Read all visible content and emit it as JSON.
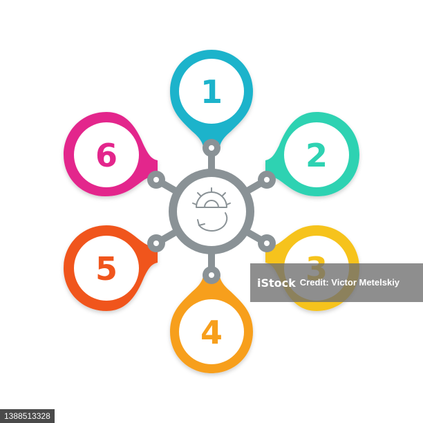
{
  "diagram": {
    "center_icon": "gear-refresh-icon",
    "steps": [
      {
        "label": "1",
        "color": "#1cb3cb"
      },
      {
        "label": "2",
        "color": "#2fd2b2"
      },
      {
        "label": "3",
        "color": "#f6c31d"
      },
      {
        "label": "4",
        "color": "#f79f1f"
      },
      {
        "label": "5",
        "color": "#f0551f"
      },
      {
        "label": "6",
        "color": "#e3288c"
      }
    ],
    "hub_color": "#8a9296"
  },
  "watermark": {
    "logo": "iStock",
    "credit": "Credit: Victor Metelskiy"
  },
  "stock_id": "1388513328"
}
